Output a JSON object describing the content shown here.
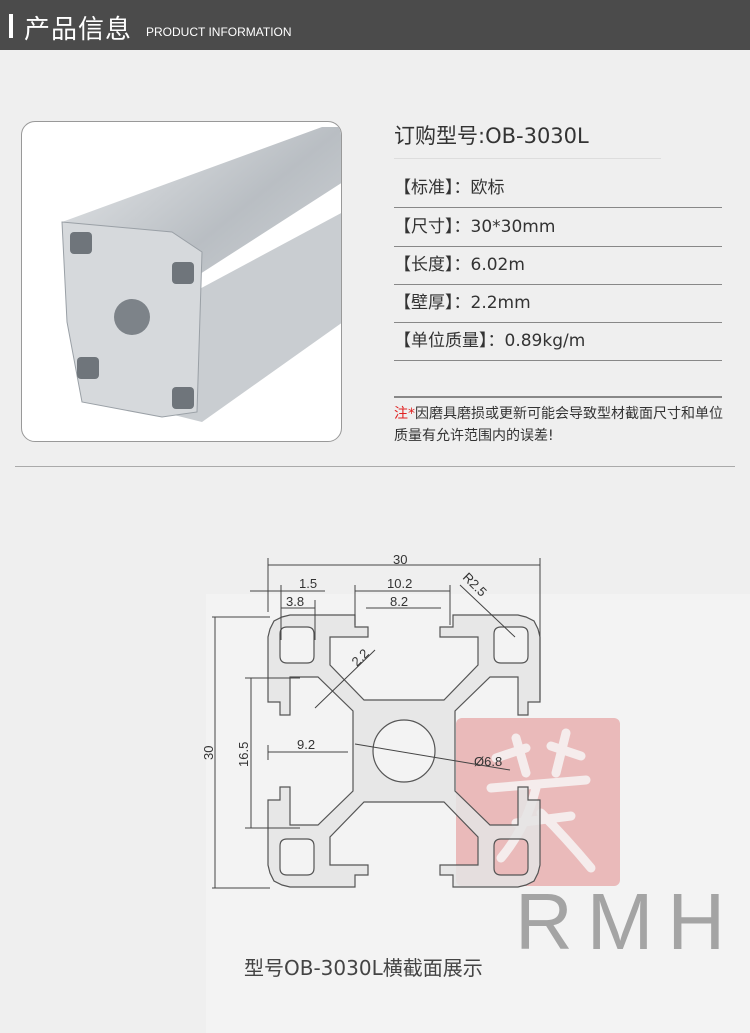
{
  "header": {
    "title": "产品信息",
    "subtitle": "PRODUCT INFORMATION"
  },
  "product": {
    "model": "订购型号:OB-3030L",
    "specs": [
      {
        "label": "【标准】：",
        "value": "欧标"
      },
      {
        "label": "【尺寸】：",
        "value": "30*30mm"
      },
      {
        "label": "【长度】：",
        "value": "6.02m"
      },
      {
        "label": "【壁厚】：",
        "value": "2.2mm"
      },
      {
        "label": "【单位质量】：",
        "value": "0.89kg/m"
      }
    ],
    "note_prefix": "注*",
    "note_text": "因磨具磨损或更新可能会导致型材截面尺寸和单位质量有允许范围内的误差!"
  },
  "drawing": {
    "dims": {
      "width": "30",
      "height": "30",
      "d1": "1.5",
      "d2": "3.8",
      "d3": "10.2",
      "d4": "8.2",
      "radius": "R2.5",
      "wall": "2.2",
      "d5": "16.5",
      "d6": "9.2",
      "hole": "Ø6.8"
    },
    "caption": "型号OB-3030L横截面展示",
    "watermark": "RMH",
    "stamp_char": "芙"
  },
  "colors": {
    "header": "#4b4b4b",
    "note_red": "#e02020",
    "stamp": "#e7a7a7"
  }
}
